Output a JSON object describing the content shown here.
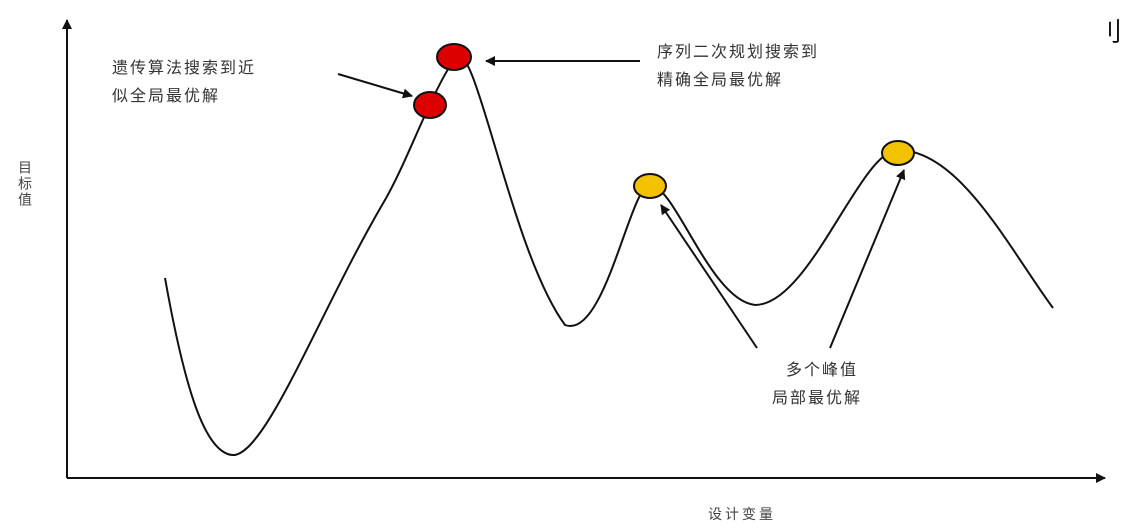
{
  "axes": {
    "y_label": "目标值",
    "x_label": "设计变量"
  },
  "annotations": {
    "ga": [
      "遗传算法搜索到近",
      "似全局最优解"
    ],
    "sqp": [
      "序列二次规划搜索到",
      "精确全局最优解"
    ],
    "local": [
      "多个峰值",
      "局部最优解"
    ]
  },
  "corner_mark": "刂",
  "colors": {
    "global_optimum": "#dd0000",
    "local_optimum": "#f2c200",
    "curve": "#111111"
  }
}
